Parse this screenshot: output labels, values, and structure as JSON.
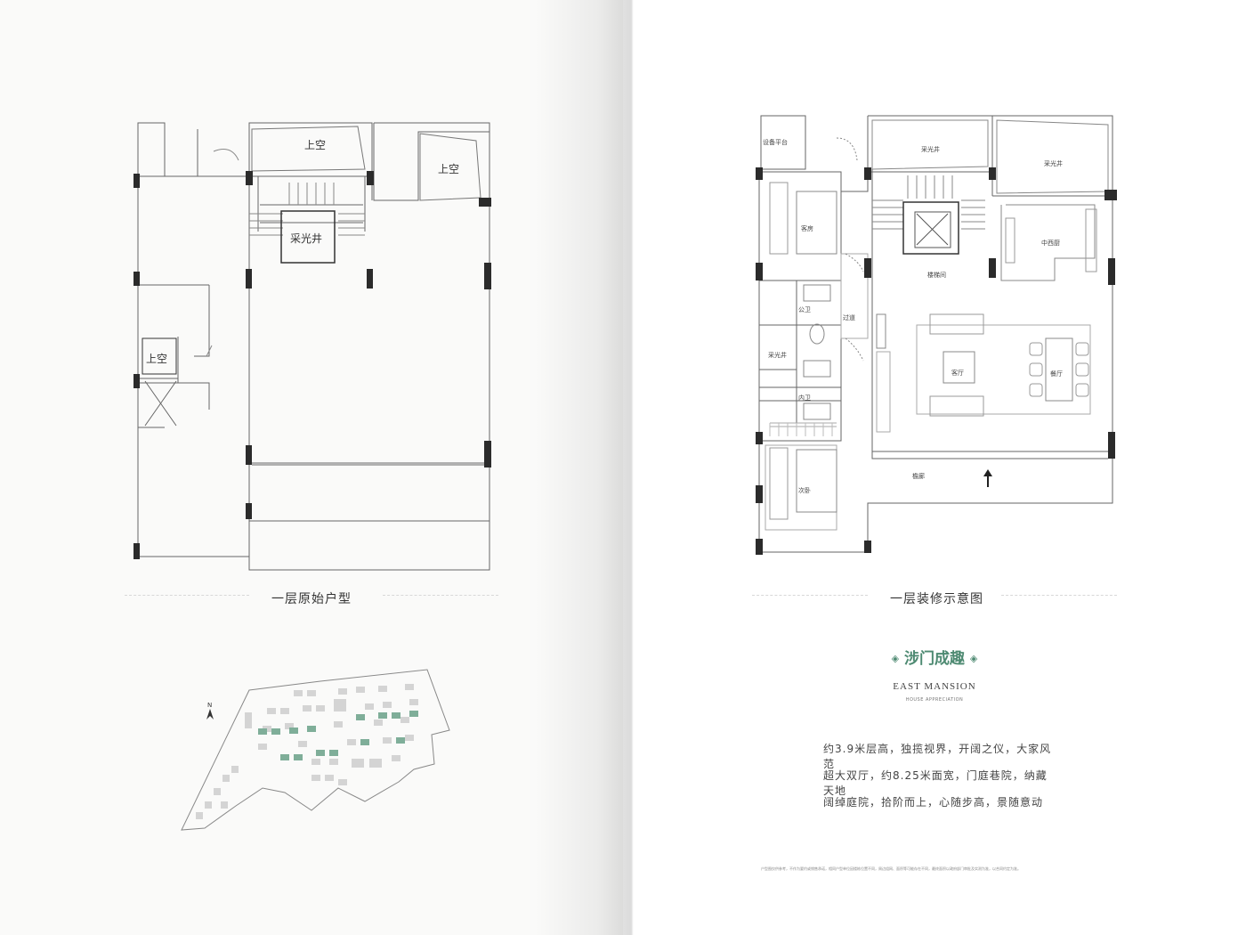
{
  "left_page": {
    "plan_caption": "一层原始户型",
    "rooms": {
      "void_top": "上空",
      "void_right": "上空",
      "lightwell": "采光井",
      "void_left": "上空"
    },
    "north_label": "N"
  },
  "right_page": {
    "plan_caption": "一层装修示意图",
    "rooms": {
      "equipment_platform": "设备平台",
      "lightwell_top_left": "采光井",
      "lightwell_top_right": "采光井",
      "guest_room": "客房",
      "stair_room": "楼梯间",
      "kitchen": "中西厨",
      "corridor": "过道",
      "public_bath": "公卫",
      "lightwell_side": "采光井",
      "living_room": "客厅",
      "dining_room": "餐厅",
      "inner_bath": "内卫",
      "second_bedroom": "次卧",
      "eaves_gallery": "檐廊"
    },
    "slogan": "涉门成趣",
    "brand": "EAST MANSION",
    "brand_sub": "HOUSE APPRECIATION",
    "description": [
      "约3.9米层高，独揽视界，开阔之仪，大家风范",
      "超大双厅，约8.25米面宽，门庭巷院，纳藏天地",
      "阔绰庭院，拾阶而上，心随步高，景随意动"
    ],
    "disclaimer": "户型图仅供参考，不作为要约或销售承诺，相同户型单位因楼栋位置不同，周边组网、面积等可能存在不同，最终面积以政府部门审批及实测为准，以合同约定为准。"
  },
  "colors": {
    "wall": "#2b2b2b",
    "line": "#555555",
    "accent_green": "#4e8a72",
    "highlight_block": "#7fae99",
    "block_grey": "#d4d4d4"
  }
}
